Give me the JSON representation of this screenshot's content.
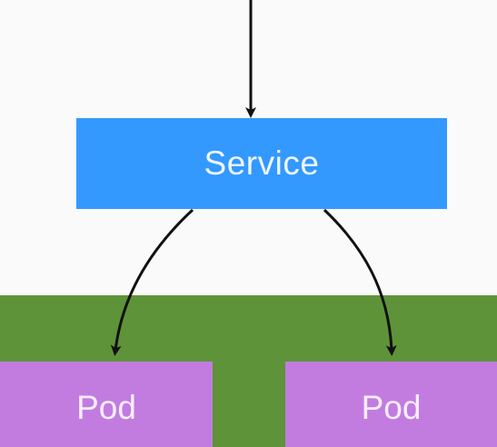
{
  "diagram": {
    "service": {
      "label": "Service"
    },
    "pods": [
      {
        "label": "Pod"
      },
      {
        "label": "Pod"
      }
    ],
    "colors": {
      "background": "#fafafa",
      "cluster_band": "#5f9339",
      "service_fill": "#3399ff",
      "pod_fill": "#c27ce0",
      "arrow": "#111111"
    }
  }
}
